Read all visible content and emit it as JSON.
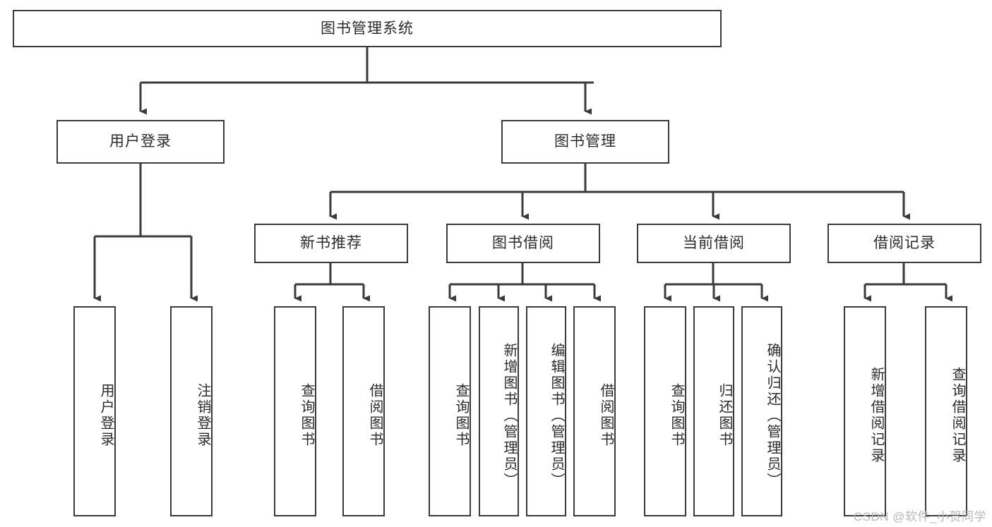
{
  "diagram": {
    "title": "图书管理系统",
    "watermark": "CSDN @软件_小贺同学",
    "stroke_color": "#3a3a3a",
    "text_color": "#2b2b2b",
    "background": "#ffffff",
    "type": "tree-hierarchy"
  },
  "nodes": {
    "root": {
      "label": "图书管理系统"
    },
    "level1": [
      {
        "label": "用户登录"
      },
      {
        "label": "图书管理"
      }
    ],
    "level2": [
      {
        "label": "新书推荐"
      },
      {
        "label": "图书借阅"
      },
      {
        "label": "当前借阅"
      },
      {
        "label": "借阅记录"
      }
    ],
    "leaves_user_login": [
      {
        "label": "用户登录"
      },
      {
        "label": "注销登录"
      }
    ],
    "leaves_new_book": [
      {
        "label": "查询图书"
      },
      {
        "label": "借阅图书"
      }
    ],
    "leaves_borrow": [
      {
        "label": "查询图书"
      },
      {
        "label": "新增图书（管理员）"
      },
      {
        "label": "编辑图书（管理员）"
      },
      {
        "label": "借阅图书"
      }
    ],
    "leaves_current": [
      {
        "label": "查询图书"
      },
      {
        "label": "归还图书"
      },
      {
        "label": "确认归还（管理员）"
      }
    ],
    "leaves_records": [
      {
        "label": "新增借阅记录"
      },
      {
        "label": "查询借阅记录"
      }
    ]
  }
}
